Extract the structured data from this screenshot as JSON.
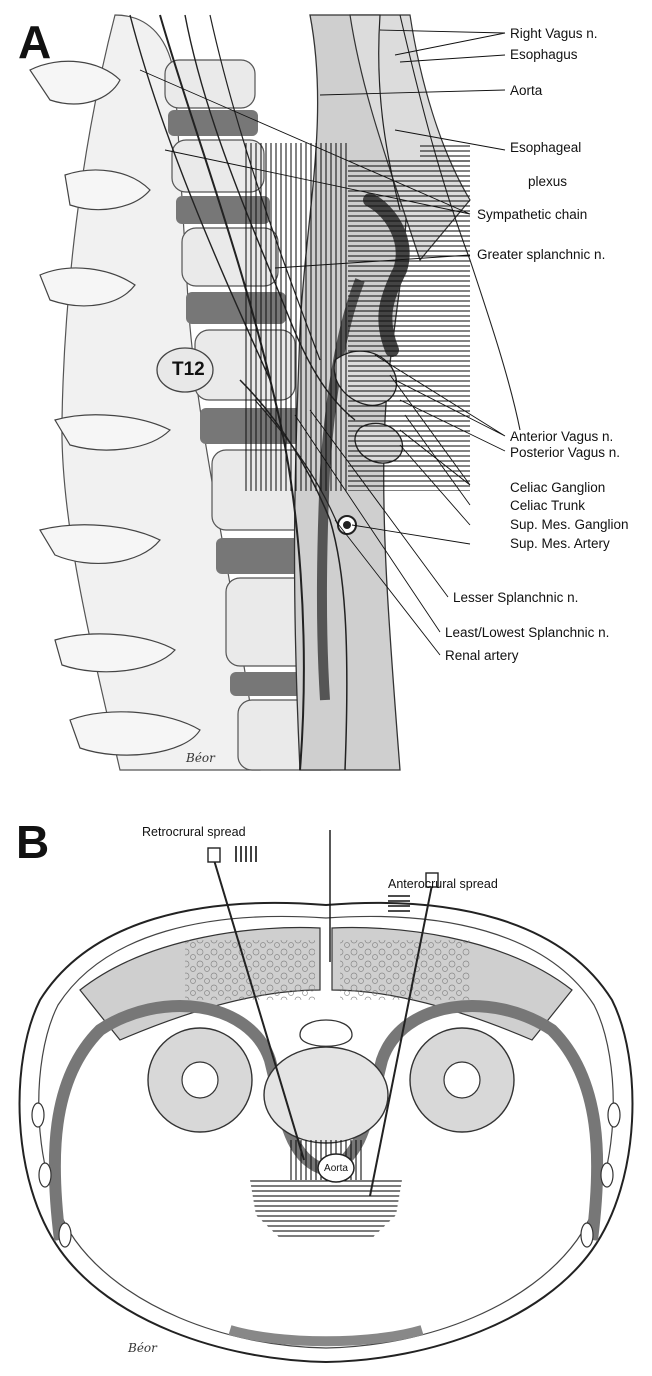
{
  "panel_a": {
    "letter": "A",
    "vertebra_label": "T12",
    "labels": [
      "Right Vagus n.",
      "Esophagus",
      "Aorta",
      "Esophageal",
      "plexus",
      "Sympathetic chain",
      "Greater splanchnic n.",
      "Anterior Vagus n.",
      "Posterior Vagus n.",
      "Celiac Ganglion",
      "Celiac Trunk",
      "Sup. Mes. Ganglion",
      "Sup. Mes. Artery",
      "Lesser Splanchnic n.",
      "Least/Lowest Splanchnic n.",
      "Renal artery"
    ],
    "signature": "Béor"
  },
  "panel_b": {
    "letter": "B",
    "retrocrural_label": "Retrocrural spread",
    "anterocrural_label": "Anterocrural spread",
    "aorta_label": "Aorta",
    "signature": "Béor"
  }
}
